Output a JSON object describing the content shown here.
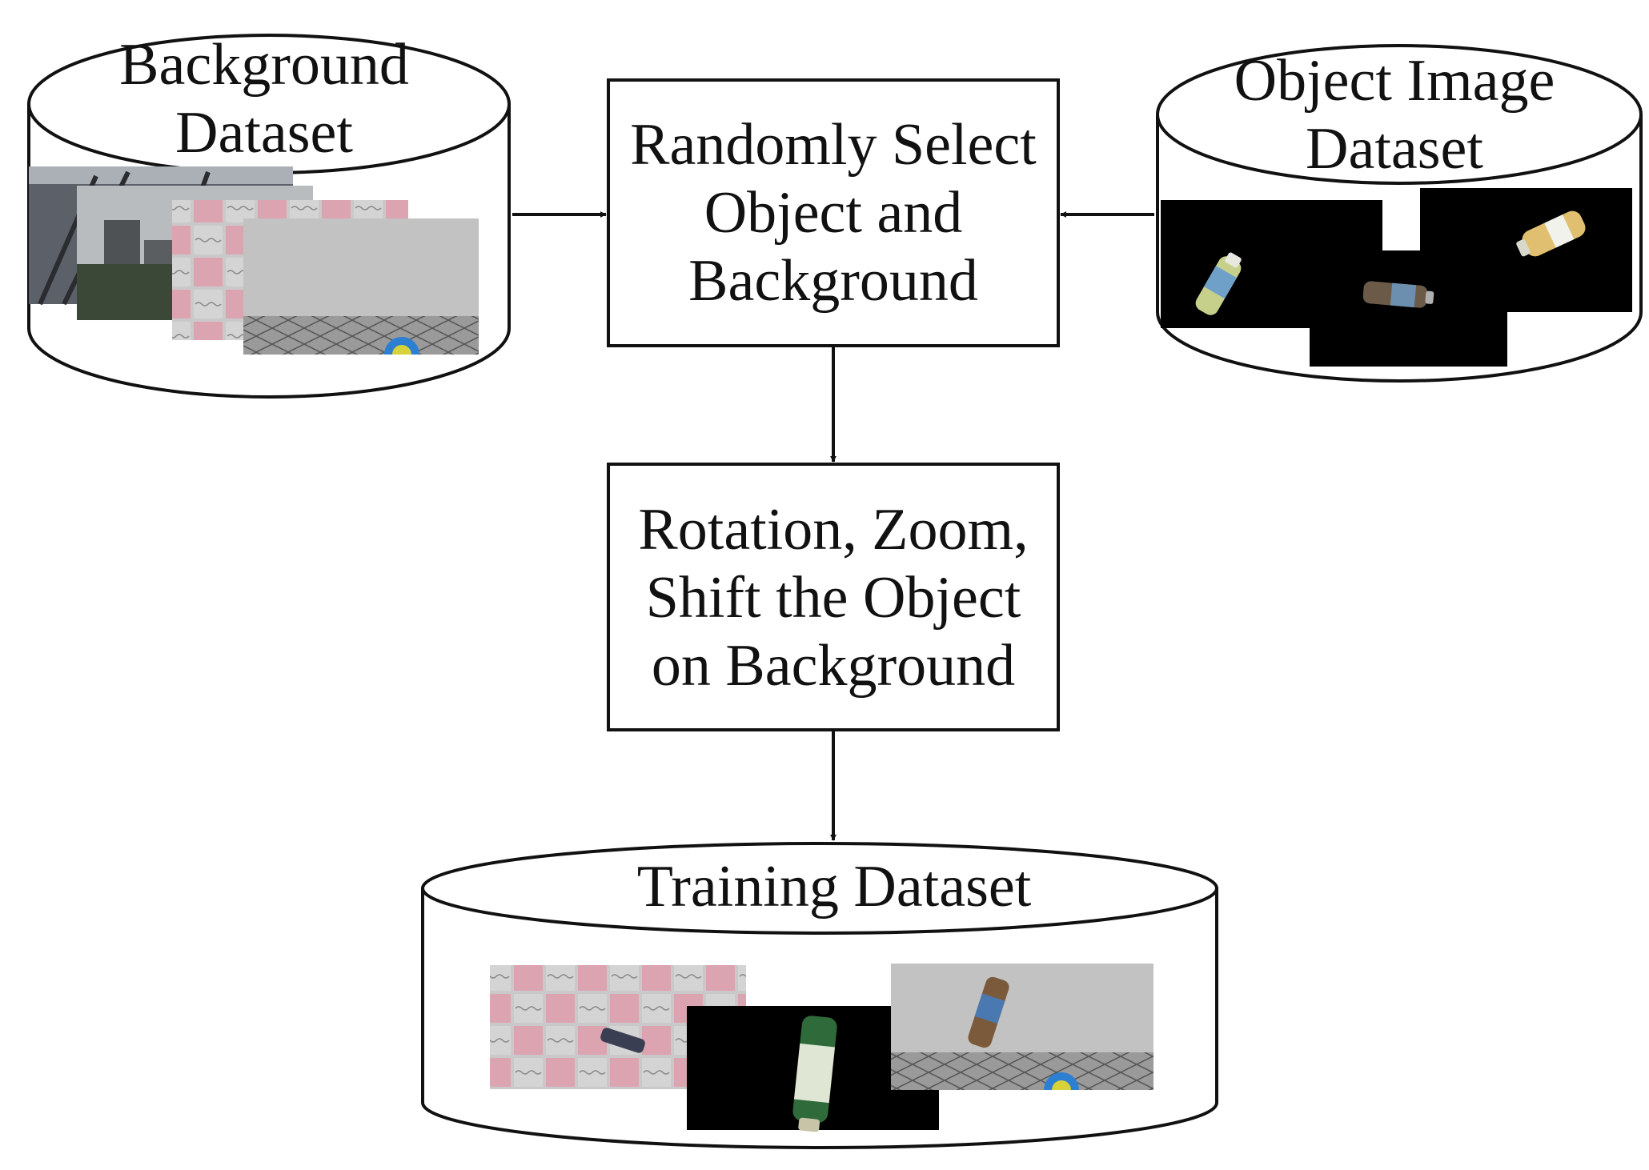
{
  "background_dataset": {
    "title_line1": "Background",
    "title_line2": "Dataset"
  },
  "object_dataset": {
    "title_line1": "Object Image",
    "title_line2": "Dataset"
  },
  "select_step": {
    "line1": "Randomly Select",
    "line2": "Object and",
    "line3": "Background"
  },
  "augment_step": {
    "line1": "Rotation, Zoom,",
    "line2": "Shift the Object",
    "line3": "on Background"
  },
  "training_dataset": {
    "title": "Training Dataset"
  },
  "colors": {
    "stroke": "#111111",
    "tile_pink": "#dca4b0",
    "tile_gray": "#c9c9c9",
    "photo_gray": "#c2c2c2",
    "object_black": "#000000"
  }
}
